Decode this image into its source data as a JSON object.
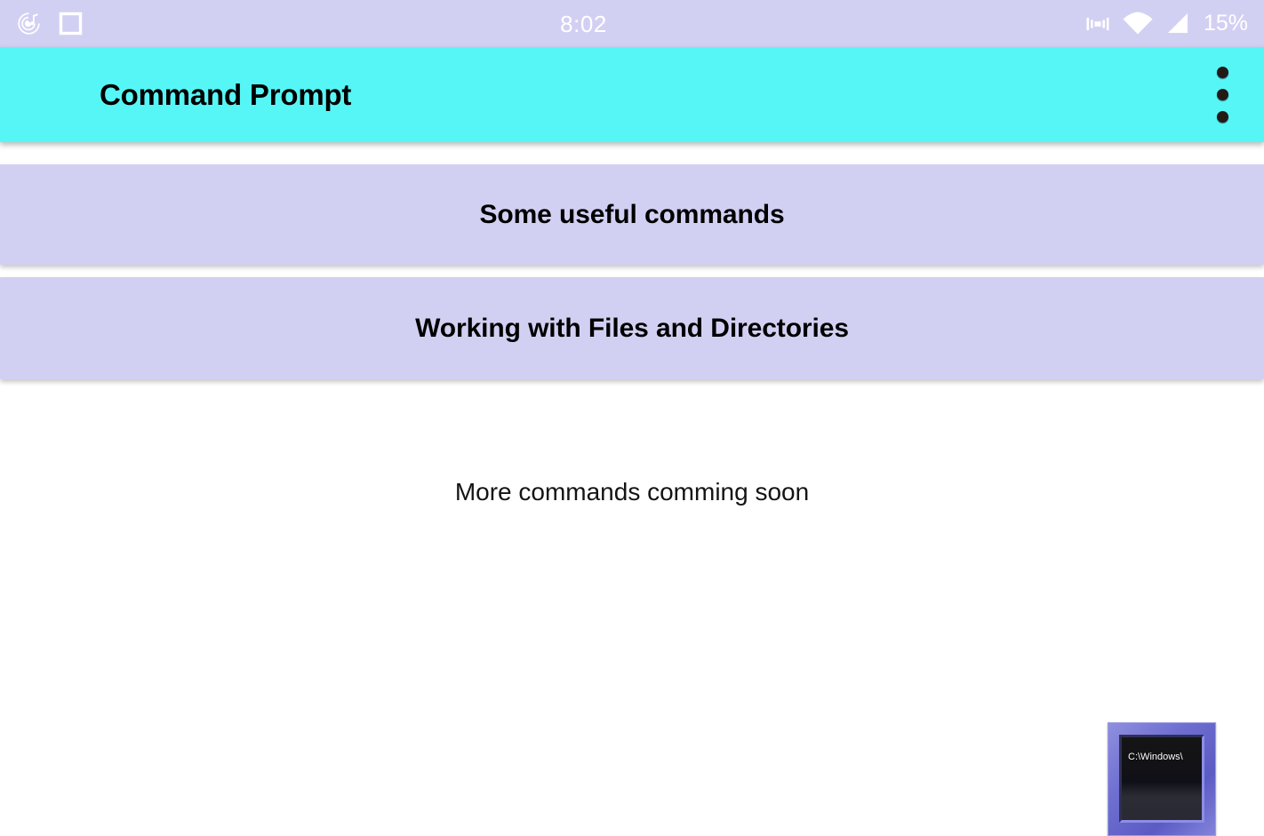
{
  "status_bar": {
    "time": "8:02",
    "battery_percent": "15%",
    "background_color": "#d2d0f2",
    "foreground_color": "#ffffff",
    "left_icons": [
      {
        "name": "music-notification-icon"
      },
      {
        "name": "square-notification-icon"
      }
    ],
    "right_icons": [
      {
        "name": "vibrate-icon"
      },
      {
        "name": "wifi-icon"
      },
      {
        "name": "cellular-signal-icon"
      }
    ]
  },
  "app_bar": {
    "title": "Command Prompt",
    "background_color": "#56f6f6",
    "title_color": "#000000",
    "overflow_menu_label": "More options",
    "overflow_dots": 3
  },
  "main": {
    "background_color": "#ffffff",
    "card_color": "#d2d0f2",
    "cards": [
      {
        "label": "Some useful commands",
        "name": "card-some-useful-commands"
      },
      {
        "label": "Working with Files and Directories",
        "name": "card-working-with-files-and-directories"
      }
    ],
    "footer_note": "More commands comming soon"
  },
  "cmd_icon": {
    "screen_text": "C:\\Windows\\",
    "frame_color": "#6f6fd0",
    "screen_color": "#111118",
    "label": "command-prompt-icon"
  }
}
